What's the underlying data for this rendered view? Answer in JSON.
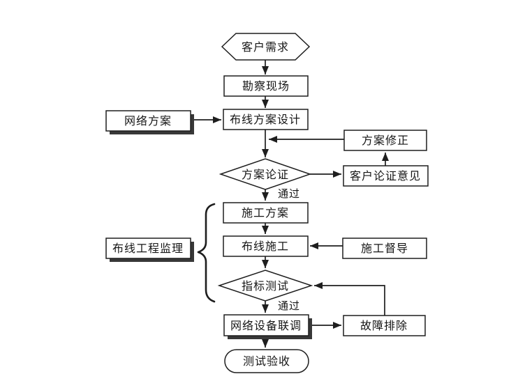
{
  "diagram": {
    "type": "flowchart",
    "language": "zh-CN",
    "nodes": {
      "customer_demand": {
        "label": "客户需求",
        "shape": "hexagon"
      },
      "site_survey": {
        "label": "勘察现场",
        "shape": "rect"
      },
      "cabling_design": {
        "label": "布线方案设计",
        "shape": "rect"
      },
      "network_plan": {
        "label": "网络方案",
        "shape": "rect-shadow"
      },
      "plan_revision": {
        "label": "方案修正",
        "shape": "rect"
      },
      "plan_verification": {
        "label": "方案论证",
        "shape": "diamond"
      },
      "customer_opinion": {
        "label": "客户论证意见",
        "shape": "rect"
      },
      "construction_plan": {
        "label": "施工方案",
        "shape": "rect"
      },
      "cabling_construction": {
        "label": "布线施工",
        "shape": "rect"
      },
      "project_supervision": {
        "label": "布线工程监理",
        "shape": "rect-shadow"
      },
      "construction_supervision": {
        "label": "施工督导",
        "shape": "rect"
      },
      "index_test": {
        "label": "指标测试",
        "shape": "diamond"
      },
      "equipment_debugging": {
        "label": "网络设备联调",
        "shape": "rect-shadow"
      },
      "troubleshooting": {
        "label": "故障排除",
        "shape": "rect"
      },
      "test_acceptance": {
        "label": "测试验收",
        "shape": "terminator"
      }
    },
    "edge_labels": {
      "pass_verification": "通过",
      "pass_test": "通过"
    },
    "colors": {
      "background": "#ffffff",
      "line": "#1e1e1e",
      "shadow": "#383838",
      "text": "#161616"
    }
  }
}
